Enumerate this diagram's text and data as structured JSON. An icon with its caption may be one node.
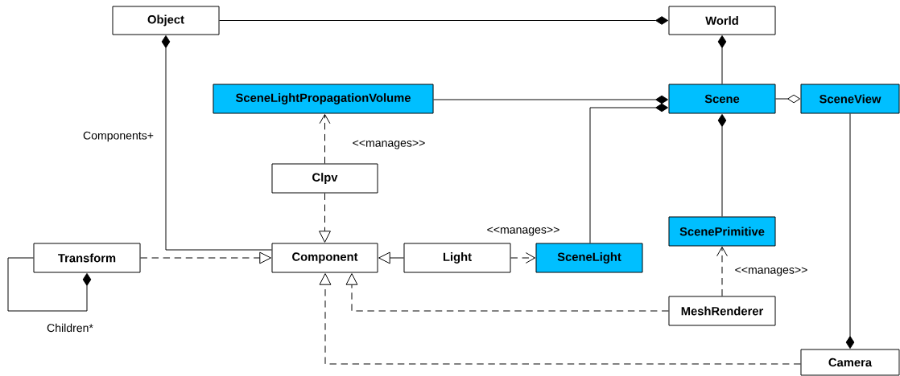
{
  "diagram": {
    "nodes": [
      {
        "text": [
          "Object"
        ]
      },
      {
        "text": [
          "World"
        ]
      },
      {
        "text": [
          "SceneLightPropagationVolume"
        ]
      },
      {
        "text": [
          "Scene"
        ]
      },
      {
        "text": [
          "SceneView"
        ]
      },
      {
        "text": [
          "Clpv"
        ]
      },
      {
        "text": [
          "ScenePrimitive"
        ]
      },
      {
        "text": [
          "Transform"
        ]
      },
      {
        "text": [
          "Component"
        ]
      },
      {
        "text": [
          "Light"
        ]
      },
      {
        "text": [
          "SceneLight"
        ]
      },
      {
        "text": [
          "MeshRenderer"
        ]
      },
      {
        "text": [
          "Camera"
        ]
      }
    ],
    "edges": [
      {
        "from": 1,
        "to": 0,
        "arrow": "other"
      },
      {
        "from": 1,
        "to": 3,
        "arrow": "other"
      },
      {
        "from": 0,
        "to": 8,
        "arrow": "other",
        "label": "Components+"
      },
      {
        "from": 3,
        "to": 2,
        "arrow": "other"
      },
      {
        "from": 5,
        "to": 2,
        "arrow": "to",
        "style": "dashed",
        "label": "<<manages>>"
      },
      {
        "from": 5,
        "to": 8,
        "arrow": "to",
        "style": "dashed"
      },
      {
        "from": 4,
        "to": 3,
        "arrow": "other"
      },
      {
        "from": 3,
        "to": 10,
        "arrow": "other"
      },
      {
        "from": 3,
        "to": 6,
        "arrow": "other"
      },
      {
        "from": 7,
        "to": 8,
        "arrow": "to",
        "style": "dashed"
      },
      {
        "from": 7,
        "to": 7,
        "arrow": "other",
        "label": "Children*"
      },
      {
        "from": 9,
        "to": 8,
        "arrow": "to"
      },
      {
        "from": 9,
        "to": 10,
        "arrow": "to",
        "style": "dashed",
        "label": "<<manages>>"
      },
      {
        "from": 11,
        "to": 6,
        "arrow": "to",
        "style": "dashed",
        "label": "<<manages>>"
      },
      {
        "from": 11,
        "to": 8,
        "arrow": "to",
        "style": "dashed"
      },
      {
        "from": 12,
        "to": 8,
        "arrow": "to",
        "style": "dashed"
      },
      {
        "from": 12,
        "to": 4,
        "arrow": "other"
      }
    ]
  }
}
